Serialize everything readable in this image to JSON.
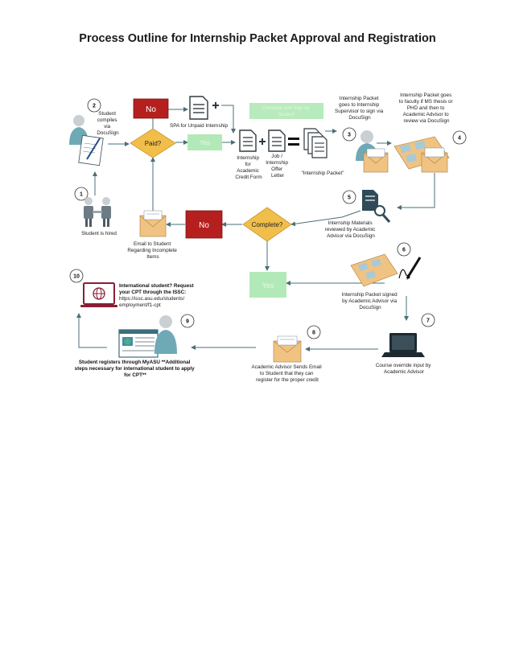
{
  "title": "Process Outline for Internship Packet Approval and Registration",
  "steps": {
    "n1": "1",
    "n2": "2",
    "n3": "3",
    "n4": "4",
    "n5": "5",
    "n6": "6",
    "n7": "7",
    "n8": "8",
    "n9": "9",
    "n10": "10"
  },
  "labels": {
    "hired": "Student is hired",
    "compiles": [
      "Student",
      "compiles",
      "via",
      "DocuSign"
    ],
    "spa": "SPA for Unpaid Internship",
    "academic_form": [
      "Internship",
      "for",
      "Academic",
      "Credit Form"
    ],
    "offer_letter": [
      "Job /",
      "Internship",
      "Offer",
      "Letter"
    ],
    "packet": "“Internship Packet”",
    "supervisor": [
      "Internship Packet",
      "goes to Internship",
      "Supervisor to sign via",
      "DocuSign"
    ],
    "faculty": [
      "Internship Packet goes",
      "to faculty if MS thesis or",
      "PHD and then to",
      "Academic Advisor to",
      "review via DocuSign"
    ],
    "reviewed": [
      "Internship Materials",
      "reviewed by Academic",
      "Advisor via DocuSign"
    ],
    "email_incomplete": [
      "Email to Student",
      "Regarding Incomplete",
      "Items"
    ],
    "signed": [
      "Internship Packet signed",
      "by Academic Advisor via",
      "DocuSign"
    ],
    "override": [
      "Course override input by",
      "Academic Advisor"
    ],
    "advisor_email": [
      "Academic Advisor Sends Email",
      "to Student that they can",
      "register for the proper credit"
    ],
    "myasu": [
      "Student registers through MyASU **Additional",
      "steps necessary for international student to apply",
      "for CPT**"
    ],
    "intl": [
      "International student? Request",
      "your CPT through the ISSC:"
    ],
    "intl_url": [
      "https://issc.asu.edu/students/",
      "employment/f1-cpt"
    ]
  },
  "decisions": {
    "paid": "Paid?",
    "complete": "Complete?"
  },
  "boxes": {
    "no_top": "No",
    "yes_top": "Yes",
    "complete_sign": [
      "Complete and Sign by",
      "Student"
    ],
    "no_mid": "No",
    "yes_bottom": "Yes"
  },
  "colors": {
    "no_red": "#b5201f",
    "yes_green": "#9fe3a6",
    "diamond": "#f1be4a",
    "connector": "#4a6f78",
    "envelope": "#f0c383",
    "shirt": "#6fa9b6"
  }
}
